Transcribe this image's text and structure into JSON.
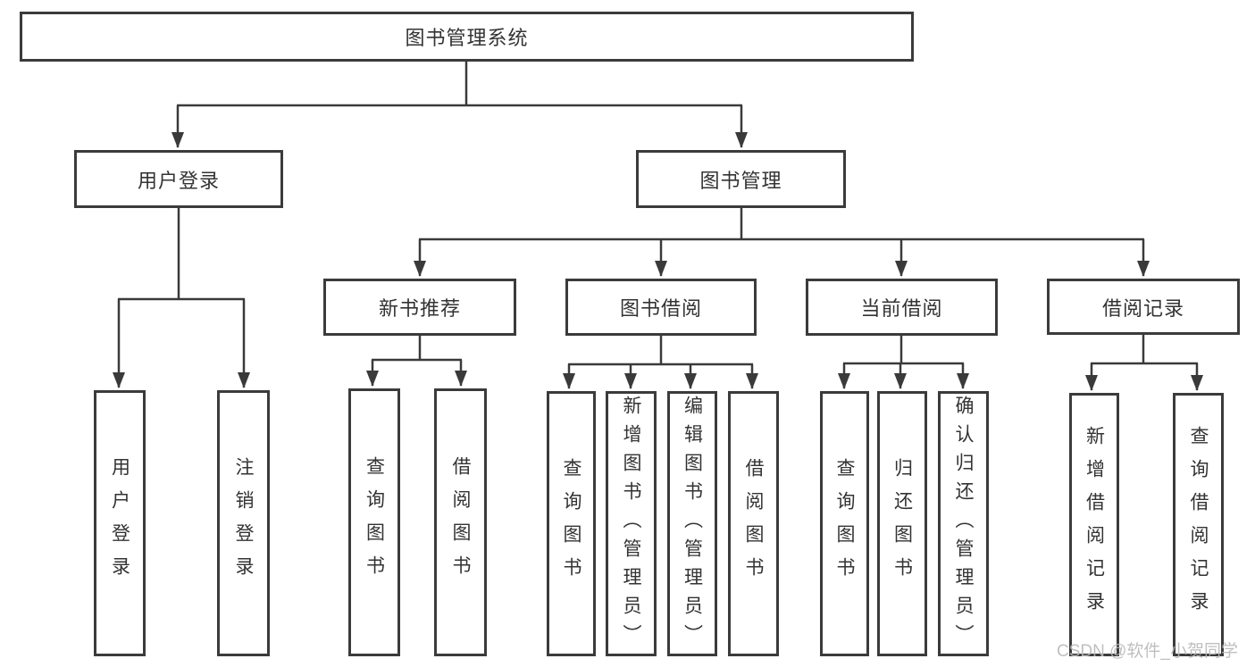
{
  "diagram": {
    "title": "图书管理系统",
    "root": {
      "label": "图书管理系统"
    },
    "level2": [
      {
        "label": "用户登录"
      },
      {
        "label": "图书管理"
      }
    ],
    "level3": [
      {
        "label": "新书推荐"
      },
      {
        "label": "图书借阅"
      },
      {
        "label": "当前借阅"
      },
      {
        "label": "借阅记录"
      }
    ],
    "leaves": {
      "user_login": [
        {
          "label": "用户登录"
        },
        {
          "label": "注销登录"
        }
      ],
      "new_book_recommend": [
        {
          "label": "查询图书"
        },
        {
          "label": "借阅图书"
        }
      ],
      "book_borrow": [
        {
          "label": "查询图书"
        },
        {
          "label": "新增图书（管理员）"
        },
        {
          "label": "编辑图书（管理员）"
        },
        {
          "label": "借阅图书"
        }
      ],
      "current_borrow": [
        {
          "label": "查询图书"
        },
        {
          "label": "归还图书"
        },
        {
          "label": "确认归还（管理员）"
        }
      ],
      "borrow_records": [
        {
          "label": "新增借阅记录"
        },
        {
          "label": "查询借阅记录"
        }
      ]
    },
    "watermark": "CSDN @软件_小贺同学",
    "colors": {
      "line": "#3a3a3a",
      "border": "#3b3b3b",
      "text": "#333333",
      "watermark": "#b9b9b9",
      "background": "#ffffff"
    }
  }
}
